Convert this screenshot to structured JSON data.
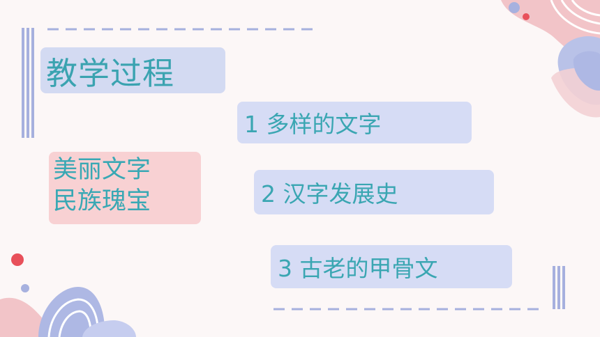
{
  "slide": {
    "title": "教学过程",
    "highlight_lines": [
      "美丽文字",
      "民族瑰宝"
    ],
    "agenda": [
      {
        "label": "1 多样的文字"
      },
      {
        "label": "2 汉字发展史"
      },
      {
        "label": "3 古老的甲骨文"
      }
    ]
  },
  "colors": {
    "background": "#fcf7f7",
    "accent_text": "#3aa6b2",
    "lavender_box": "#d6dcf5",
    "pink_box": "#f8d1d3",
    "dot_red": "#e8505a",
    "dot_blue": "#9aa6d8"
  }
}
